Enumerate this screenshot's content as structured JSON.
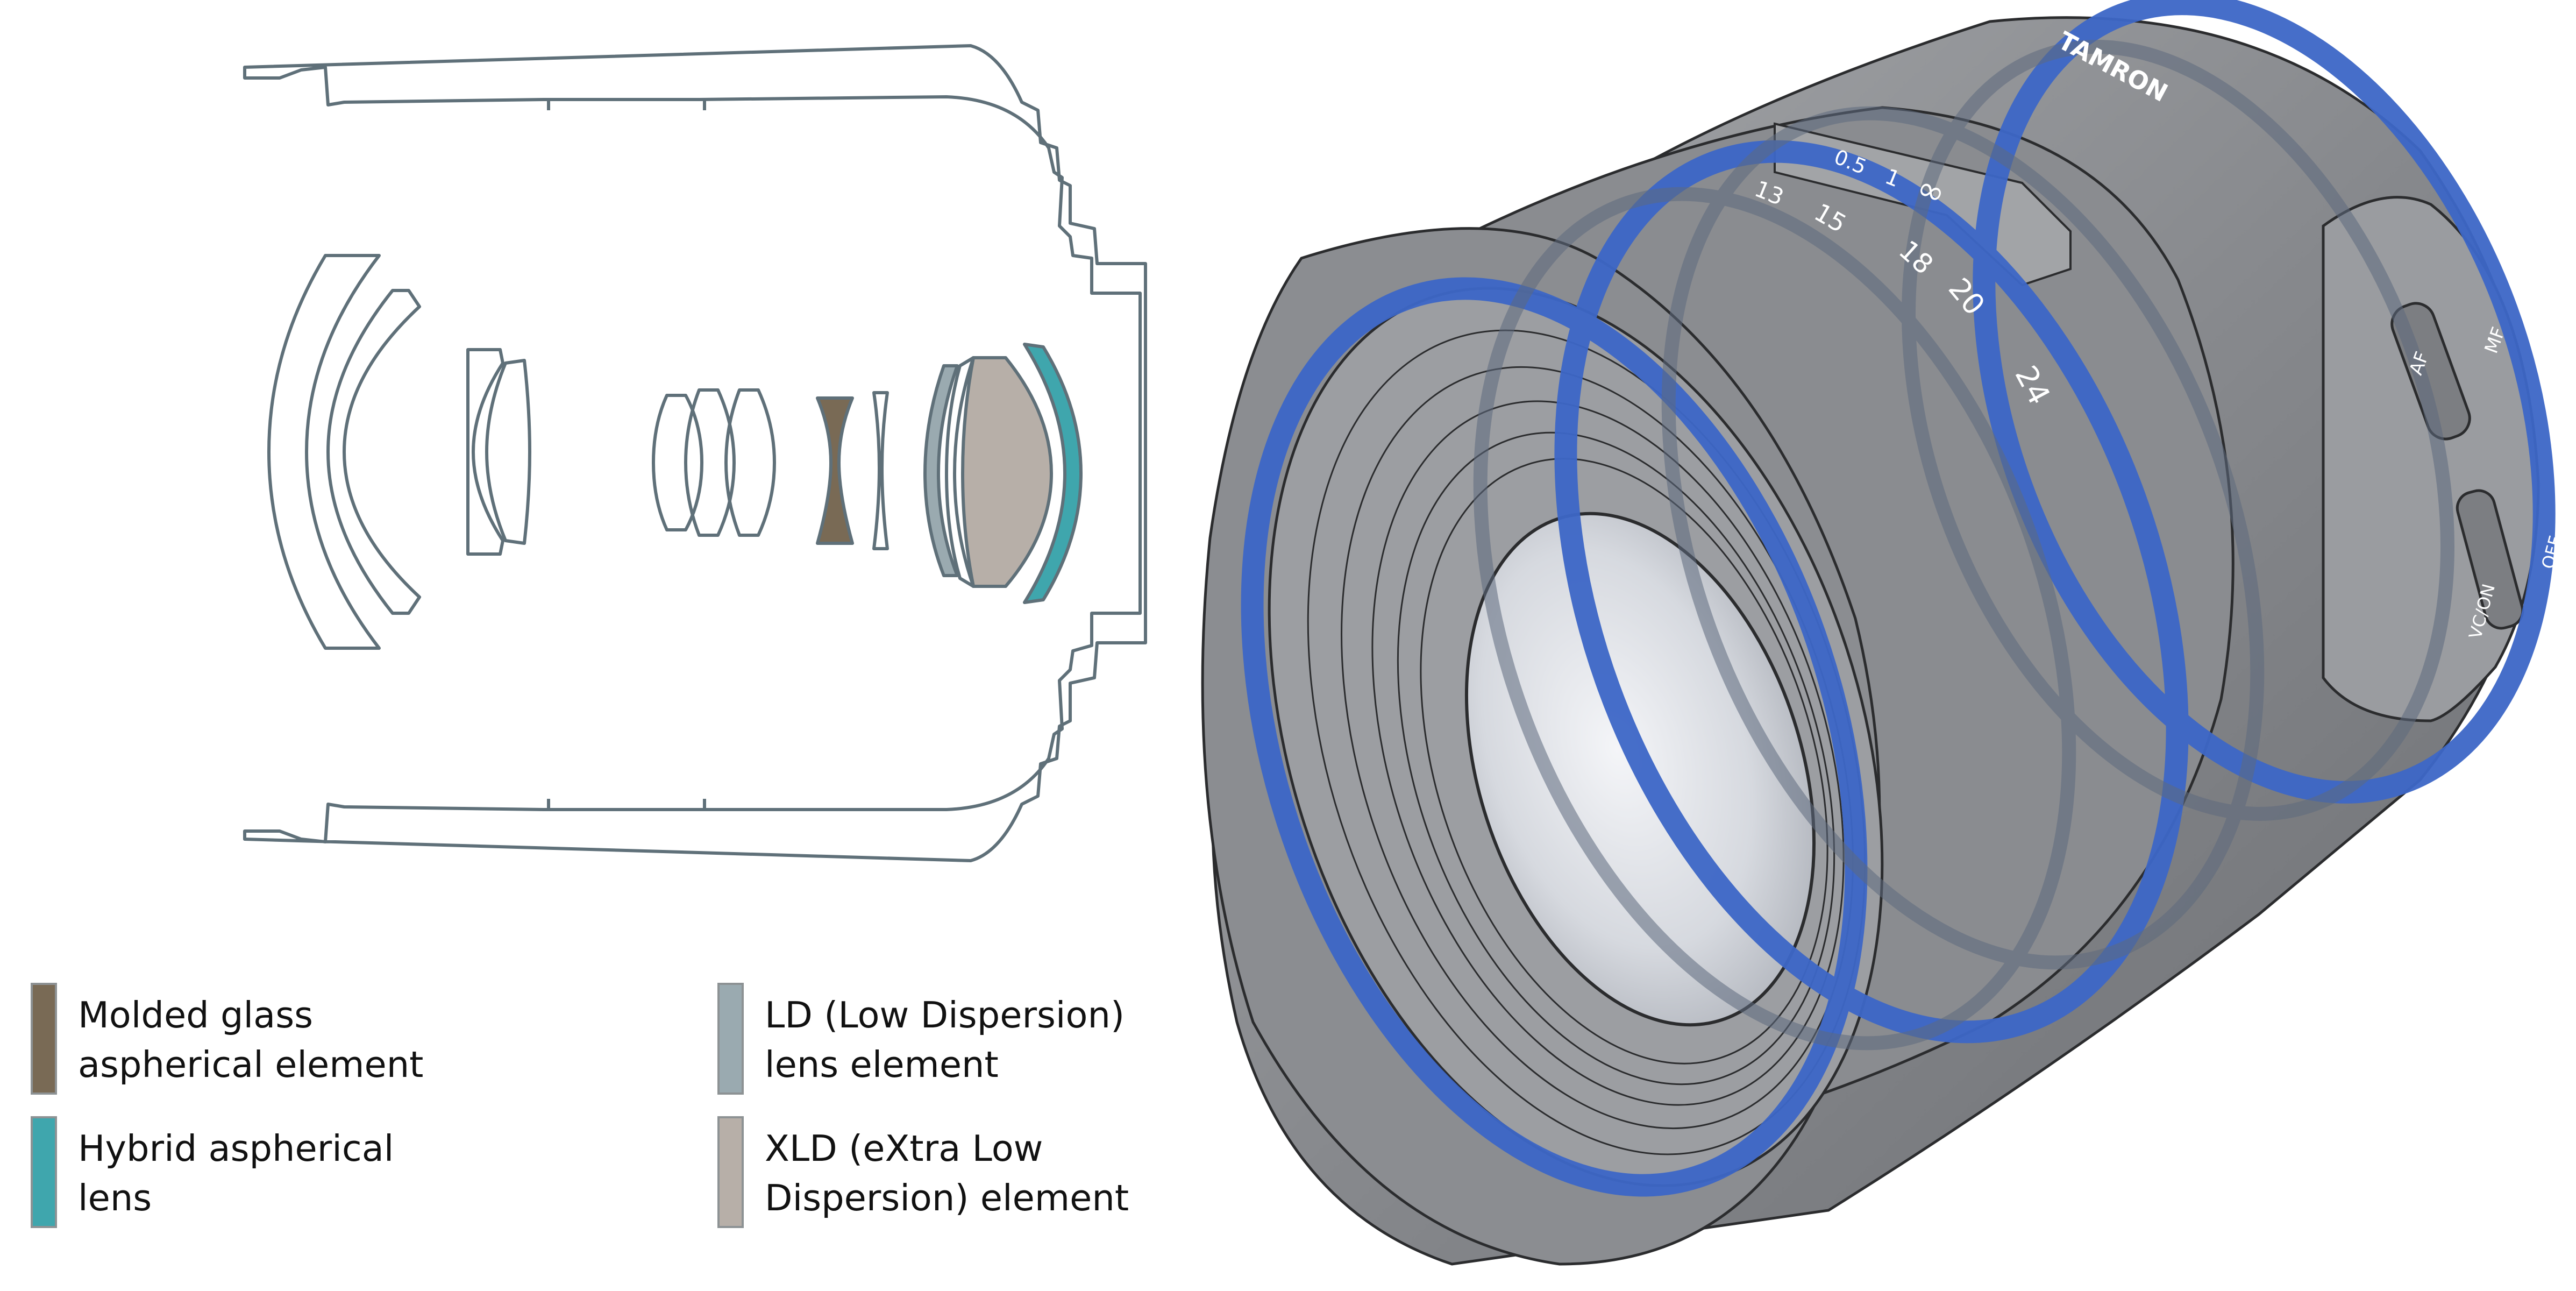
{
  "colors": {
    "outline": "#5f7079",
    "molded_glass_aspherical": "#796a55",
    "hybrid_aspherical": "#3fa6ad",
    "ld": "#9aaab0",
    "xld": "#b7afa8",
    "lens_body": "#8b8d91",
    "highlight_ring": "#3d67c7"
  },
  "legend": [
    {
      "swatch_color": "#796a55",
      "line1": "Molded glass",
      "line2": "aspherical element"
    },
    {
      "swatch_color": "#3fa6ad",
      "line1": "Hybrid aspherical",
      "line2": "lens"
    },
    {
      "swatch_color": "#9aaab0",
      "line1": "LD (Low Dispersion)",
      "line2": "lens element"
    },
    {
      "swatch_color": "#b7afa8",
      "line1": "XLD (eXtra Low",
      "line2": "Dispersion) element"
    }
  ],
  "lens_markings": {
    "brand": "TAMRON",
    "distance_scale": [
      "∞",
      "1",
      "0.5"
    ],
    "focal_scale": [
      "24",
      "20",
      "18",
      "15",
      "13"
    ],
    "focus_switch": [
      "AF",
      "MF"
    ],
    "vc_switch": [
      "VC/ON",
      "OFF"
    ]
  }
}
